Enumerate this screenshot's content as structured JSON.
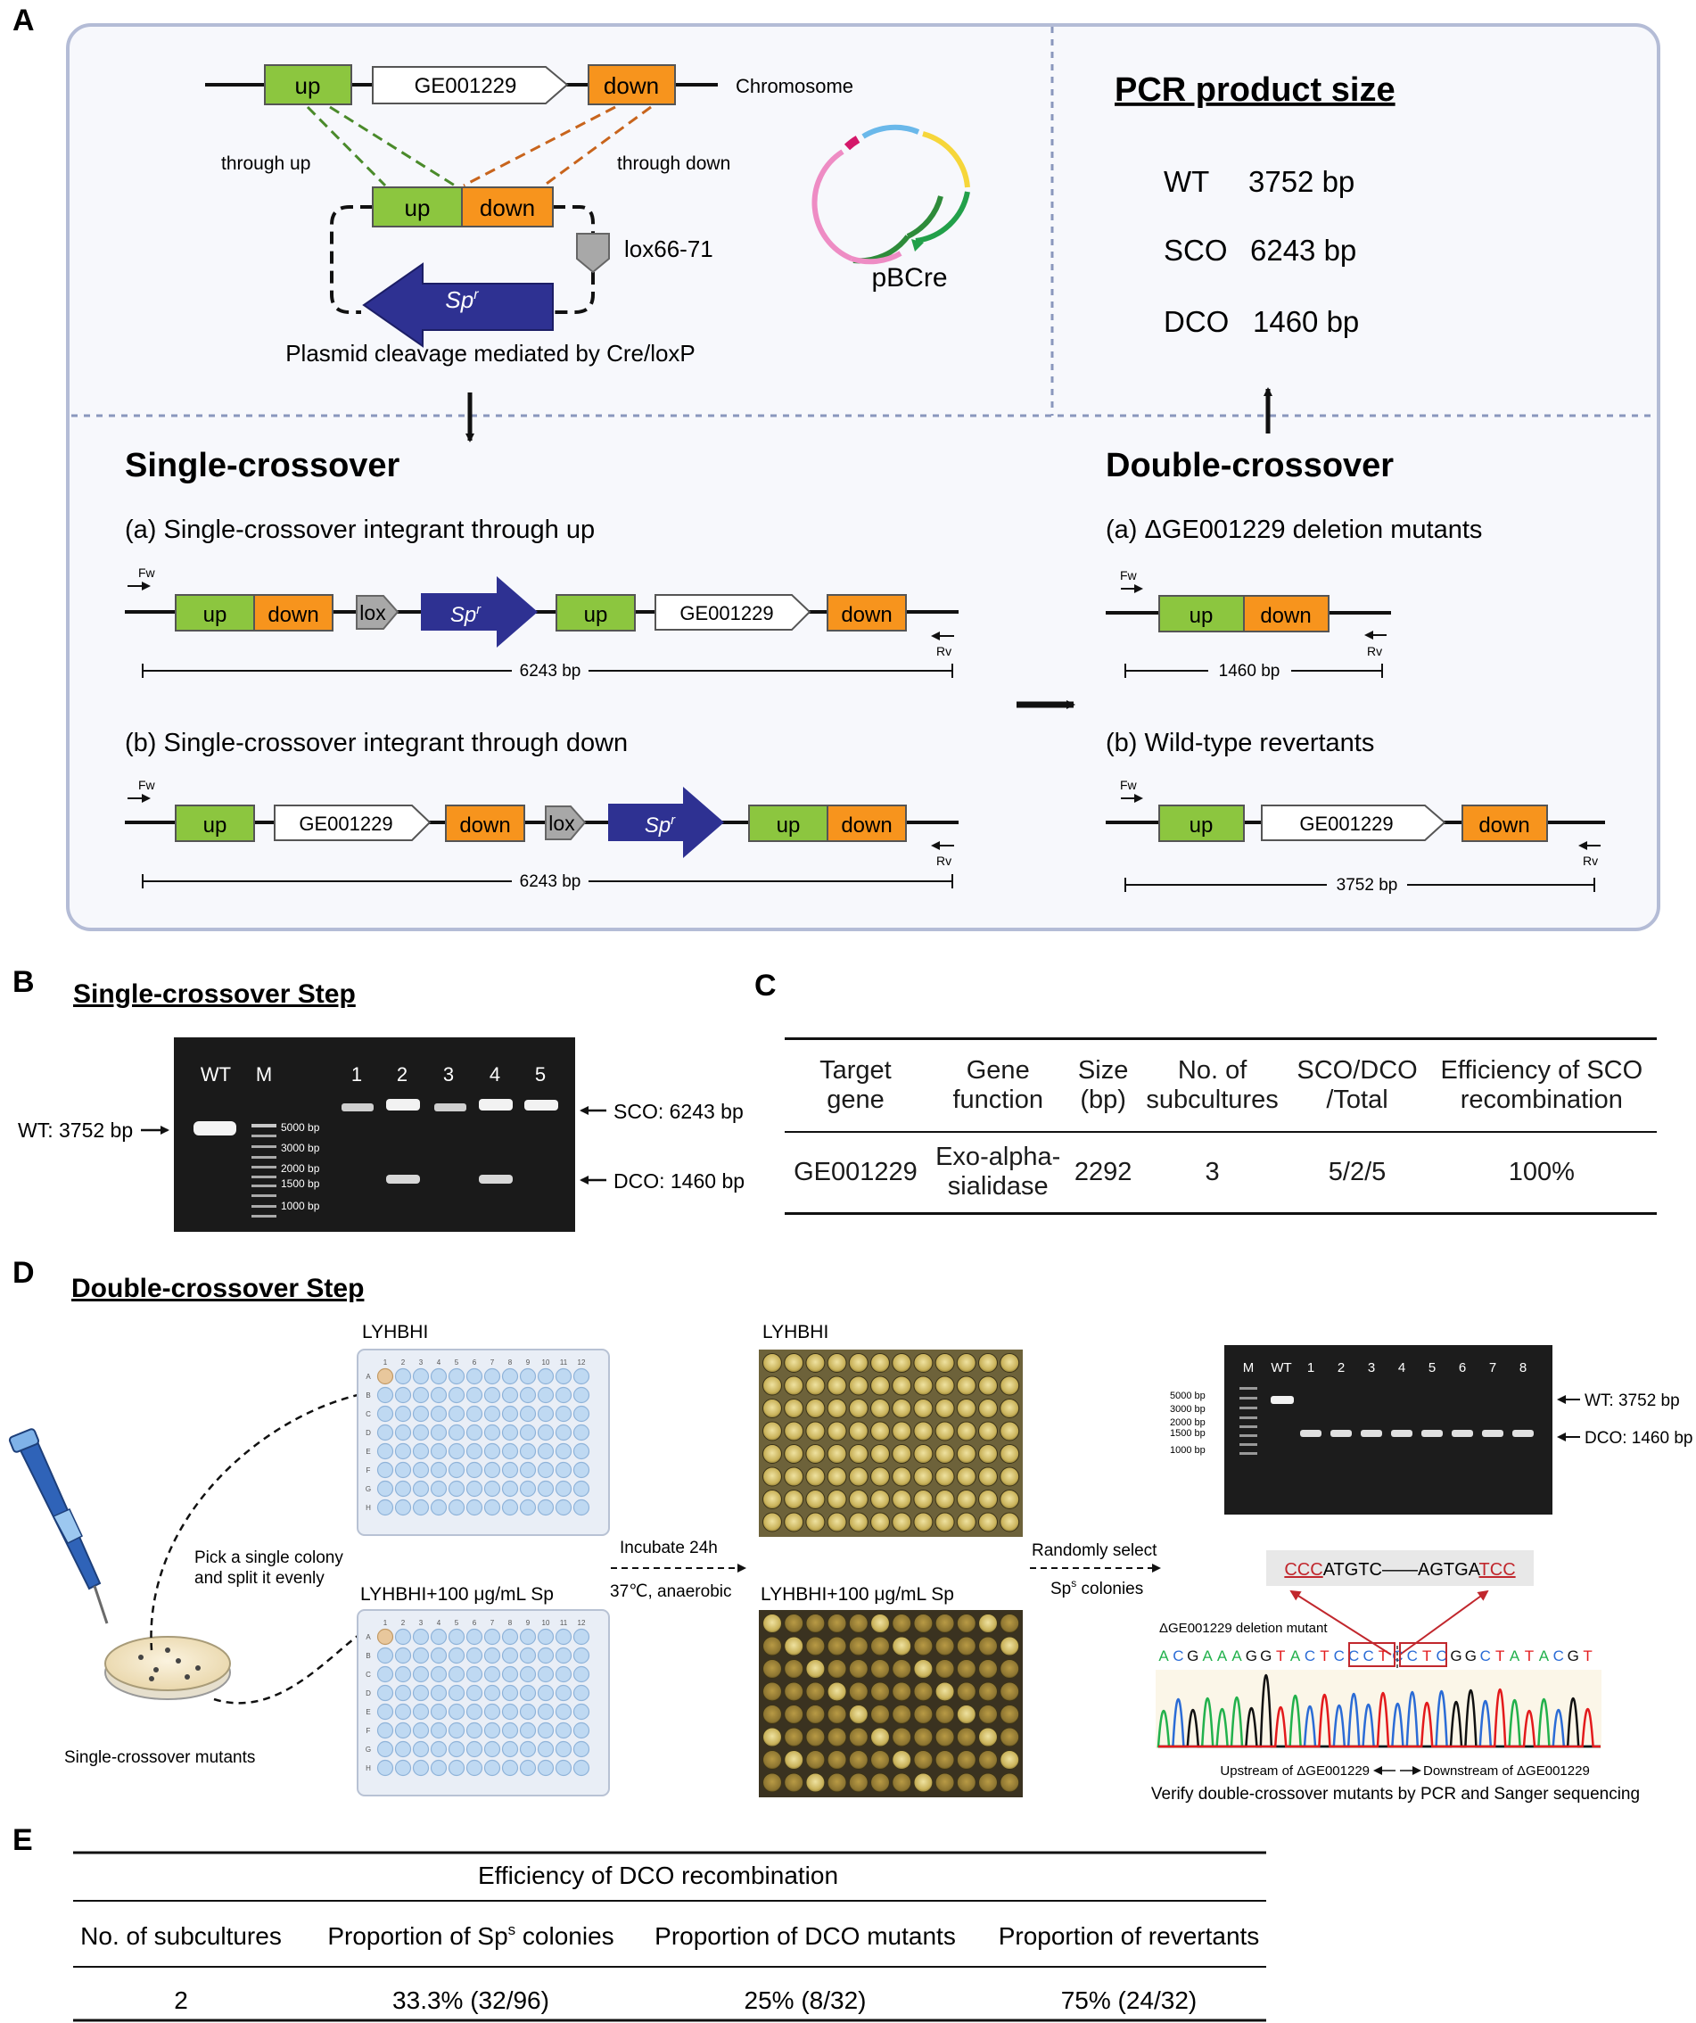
{
  "panel_letters": {
    "a": "A",
    "b": "B",
    "c": "C",
    "d": "D",
    "e": "E"
  },
  "panel_a": {
    "chromosome": {
      "up": "up",
      "gene": "GE001229",
      "down": "down",
      "label": "Chromosome"
    },
    "through_up": "through up",
    "through_down": "through down",
    "plasmid": {
      "up": "up",
      "down": "down",
      "lox": "lox66-71",
      "marker": "Sp",
      "marker_sup": "r"
    },
    "plasmid_caption": "Plasmid cleavage mediated by Cre/loxP",
    "pbcre": "pBCre",
    "pcr_title": "PCR product size",
    "pcr_sizes": [
      {
        "label": "WT",
        "size": "3752 bp"
      },
      {
        "label": "SCO",
        "size": "6243 bp"
      },
      {
        "label": "DCO",
        "size": "1460 bp"
      }
    ],
    "single_title": "Single-crossover",
    "single_a": "(a) Single-crossover integrant through up",
    "single_b": "(b) Single-crossover integrant through down",
    "double_title": "Double-crossover",
    "double_a": "(a) ΔGE001229 deletion mutants",
    "double_b": "(b) Wild-type revertants",
    "fw": "Fw",
    "rv": "Rv",
    "lox_short": "lox",
    "up": "up",
    "down": "down",
    "gene": "GE001229",
    "size_sco": "6243 bp",
    "size_dco": "1460 bp",
    "size_wt": "3752 bp"
  },
  "panel_b": {
    "title": "Single-crossover Step",
    "lanes": [
      "WT",
      "M",
      "1",
      "2",
      "3",
      "4",
      "5"
    ],
    "ladder": [
      "5000 bp",
      "3000 bp",
      "2000 bp",
      "1500 bp",
      "1000 bp"
    ],
    "wt_label": "WT: 3752 bp",
    "sco_label": "SCO: 6243 bp",
    "dco_label": "DCO: 1460 bp"
  },
  "panel_c": {
    "headers": [
      [
        "Target",
        "gene"
      ],
      [
        "Gene",
        "function"
      ],
      [
        "Size",
        "(bp)"
      ],
      [
        "No. of",
        "subcultures"
      ],
      [
        "SCO/DCO",
        "/Total"
      ],
      [
        "Efficiency of SCO",
        "recombination"
      ]
    ],
    "row": {
      "gene": "GE001229",
      "function": [
        "Exo-alpha-",
        "sialidase"
      ],
      "size": "2292",
      "subcultures": "3",
      "ratio": "5/2/5",
      "efficiency": "100%"
    }
  },
  "panel_d": {
    "title": "Double-crossover Step",
    "plate1_label": "LYHBHI",
    "plate2_label": "LYHBHI+100 μg/mL Sp",
    "photo1_label": "LYHBHI",
    "photo2_label": "LYHBHI+100 μg/mL Sp",
    "pick_text": [
      "Pick a single colony",
      "and split it evenly"
    ],
    "dish_label": "Single-crossover mutants",
    "incubate": [
      "Incubate 24h",
      "37℃, anaerobic"
    ],
    "select": [
      "Randomly select",
      "Sp",
      "s",
      " colonies"
    ],
    "plate_cols": [
      "1",
      "2",
      "3",
      "4",
      "5",
      "6",
      "7",
      "8",
      "9",
      "10",
      "11",
      "12"
    ],
    "plate_rows": [
      "A",
      "B",
      "C",
      "D",
      "E",
      "F",
      "G",
      "H"
    ],
    "gel_lanes": [
      "M",
      "WT",
      "1",
      "2",
      "3",
      "4",
      "5",
      "6",
      "7",
      "8"
    ],
    "gel_ladder": [
      "5000 bp",
      "3000 bp",
      "2000 bp",
      "1500 bp",
      "1000 bp"
    ],
    "gel_wt": "WT: 3752 bp",
    "gel_dco": "DCO: 1460 bp",
    "seq_box": {
      "red1": "CCC",
      "mid1": "ATGTC",
      "dash": "——",
      "mid2": "AGTGA",
      "red2": "TCC"
    },
    "seq_title": "ΔGE001229 deletion mutant",
    "bases": [
      "A",
      "C",
      "G",
      "A",
      "A",
      "A",
      "G",
      "G",
      "T",
      "A",
      "C",
      "T",
      "C",
      "C",
      "C",
      "T",
      "C",
      "C",
      "T",
      "C",
      "G",
      "G",
      "C",
      "T",
      "A",
      "T",
      "A",
      "C",
      "G",
      "T"
    ],
    "upstream": "Upstream of ΔGE001229",
    "downstream": "Downstream of ΔGE001229",
    "verify": "Verify double-crossover mutants by PCR and Sanger sequencing"
  },
  "panel_e": {
    "title": "Efficiency of DCO recombination",
    "headers": [
      "No. of subcultures",
      "Proportion of Sp",
      "s",
      " colonies",
      "Proportion of DCO mutants",
      "Proportion of revertants"
    ],
    "row": [
      "2",
      "33.3% (32/96)",
      "25% (8/32)",
      "75% (24/32)"
    ]
  },
  "colors": {
    "up_green": "#8cc63f",
    "down_orange": "#f7941d",
    "sp_blue": "#2e3192",
    "frame": "#b4bcd6",
    "frame_fill": "#f7f8fc",
    "red": "#c1272d",
    "a_green": "#22b14c",
    "c_blue": "#2b6cd6",
    "g_black": "#111111",
    "t_red": "#e31a1c"
  }
}
